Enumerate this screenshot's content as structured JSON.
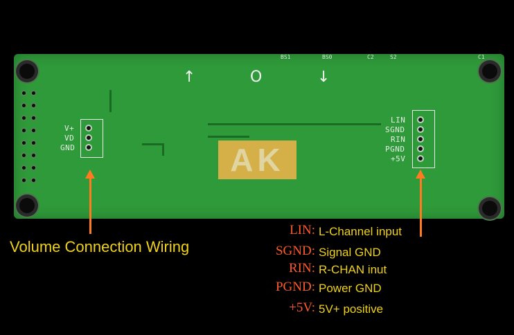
{
  "board": {
    "top_labels": [
      "BS1",
      "BS0",
      "C2",
      "S2",
      "C1"
    ],
    "left_connector": {
      "labels": [
        "V+",
        "VD",
        "GND"
      ]
    },
    "right_connector": {
      "labels": [
        "LIN",
        "SGND",
        "RIN",
        "PGND",
        "+5V"
      ]
    },
    "logo_text": "AK",
    "symbols": [
      "↑",
      "O",
      "↓"
    ]
  },
  "annotations": {
    "left_caption": "Volume Connection Wiring",
    "legend": [
      {
        "key": "LIN:",
        "value": "L-Channel input"
      },
      {
        "key": "SGND:",
        "value": "Signal GND"
      },
      {
        "key": "RIN:",
        "value": "R-CHAN inut"
      },
      {
        "key": "PGND:",
        "value": "Power GND"
      },
      {
        "key": "+5V:",
        "value": "5V+ positive"
      }
    ]
  },
  "colors": {
    "background": "#000000",
    "pcb_green": "#2f9a3a",
    "arrow_orange": "#ff7a20",
    "caption_yellow": "#f0d21a",
    "legend_key_red": "#ff5a2a"
  }
}
